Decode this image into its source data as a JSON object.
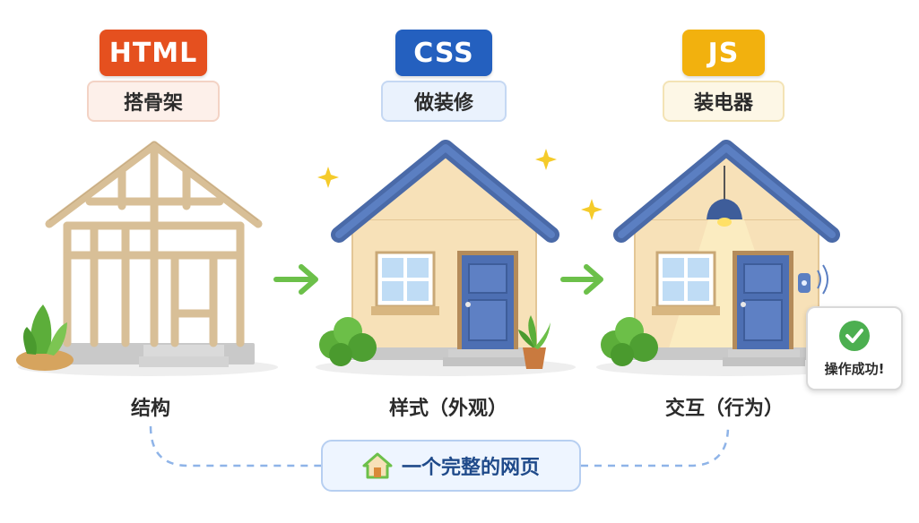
{
  "stages": [
    {
      "tech": "HTML",
      "role": "搭骨架",
      "caption": "结构",
      "color": "#e5501f"
    },
    {
      "tech": "CSS",
      "role": "做装修",
      "caption": "样式（外观）",
      "color": "#2460bf"
    },
    {
      "tech": "JS",
      "role": "装电器",
      "caption": "交互（行为）",
      "color": "#f2b10e"
    }
  ],
  "popup": {
    "text": "操作成功!"
  },
  "result": {
    "text": "一个完整的网页"
  },
  "colors": {
    "arrow": "#6cc04a",
    "dashed": "#8fb4e8",
    "roof": "#4a6aa8",
    "wall": "#f7e1b8"
  }
}
